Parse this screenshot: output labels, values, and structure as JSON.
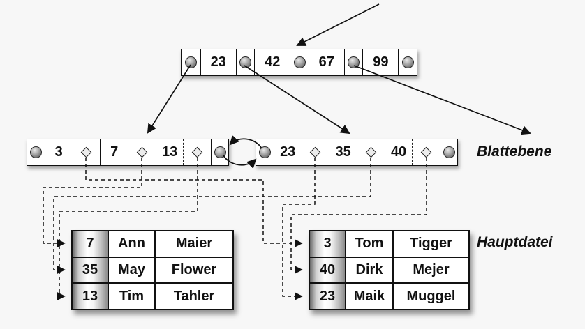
{
  "labels": {
    "leaf_level": "Blattebene",
    "main_file": "Hauptdatei"
  },
  "root": {
    "keys": [
      "23",
      "42",
      "67",
      "99"
    ]
  },
  "leaves": [
    {
      "keys": [
        "3",
        "7",
        "13"
      ]
    },
    {
      "keys": [
        "23",
        "35",
        "40"
      ]
    }
  ],
  "tables": [
    {
      "rows": [
        {
          "key": "7",
          "first": "Ann",
          "last": "Maier"
        },
        {
          "key": "35",
          "first": "May",
          "last": "Flower"
        },
        {
          "key": "13",
          "first": "Tim",
          "last": "Tahler"
        }
      ]
    },
    {
      "rows": [
        {
          "key": "3",
          "first": "Tom",
          "last": "Tigger"
        },
        {
          "key": "40",
          "first": "Dirk",
          "last": "Mejer"
        },
        {
          "key": "23",
          "first": "Maik",
          "last": "Muggel"
        }
      ]
    }
  ],
  "icons": {
    "node_pointer": "pointer-circle-icon",
    "record_pointer": "record-diamond-icon",
    "arrow": "arrowhead-icon"
  },
  "colors": {
    "background": "#f7f7f7",
    "line": "#111111",
    "key_column_edge": "#686868",
    "key_column_center": "#ffffff"
  }
}
